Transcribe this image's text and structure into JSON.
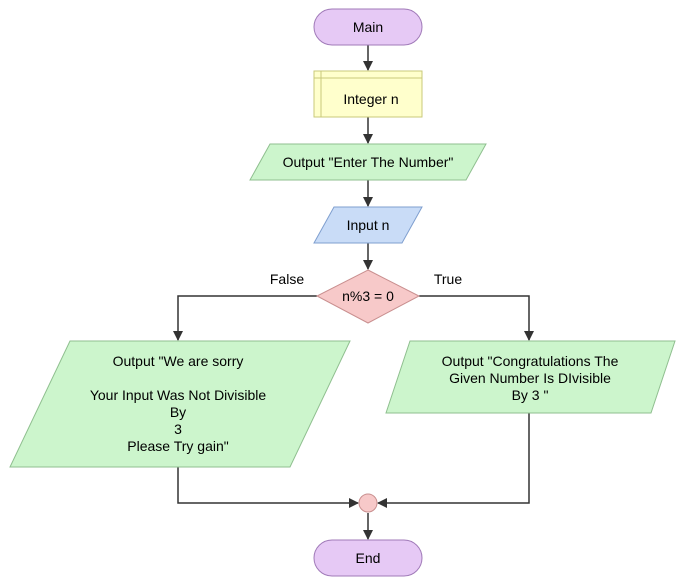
{
  "flowchart": {
    "start": {
      "label": "Main"
    },
    "declare": {
      "label": "Integer n"
    },
    "output_prompt": {
      "label": "Output \"Enter The Number\""
    },
    "input": {
      "label": "Input n"
    },
    "decision": {
      "label": "n%3 = 0",
      "false_label": "False",
      "true_label": "True"
    },
    "output_false": {
      "lines": [
        "Output \"We are sorry",
        "",
        "Your Input Was Not Divisible",
        "By",
        "3",
        "Please Try gain\""
      ]
    },
    "output_true": {
      "lines": [
        "Output \"Congratulations The",
        "Given Number Is DIvisible",
        "By 3 \""
      ]
    },
    "end": {
      "label": "End"
    }
  },
  "colors": {
    "terminal_fill": "#e6c9f5",
    "terminal_stroke": "#a07ab8",
    "declare_fill": "#ffffcc",
    "declare_stroke": "#c9c97a",
    "output_fill": "#ccf5cc",
    "output_stroke": "#8fbf8f",
    "input_fill": "#c9dcf7",
    "input_stroke": "#7f9fcf",
    "decision_fill": "#f7c9c9",
    "decision_stroke": "#c98f8f",
    "connector_stroke": "#333333"
  }
}
